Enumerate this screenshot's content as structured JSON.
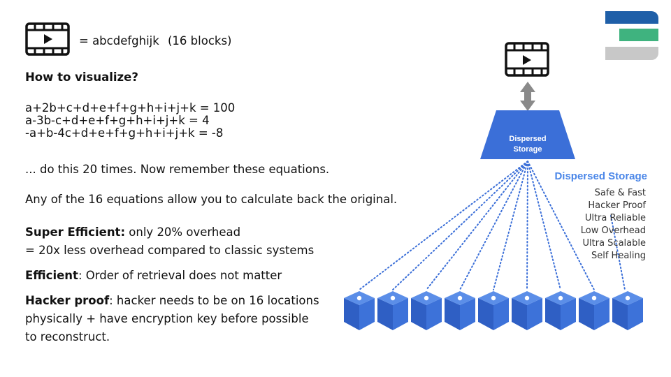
{
  "header": {
    "video_label": "= abcdefghijk",
    "blocks_label": "(16 blocks)"
  },
  "left": {
    "heading": "How to visualize?",
    "equations": [
      "a+2b+c+d+e+f+g+h+i+j+k = 100",
      "a-3b-c+d+e+f+g+h+i+j+k = 4",
      "-a+b-4c+d+e+f+g+h+i+j+k = -8"
    ],
    "repeat_note": "... do this 20 times. Now remember these equations.",
    "any_note": "Any of the 16 equations allow you to calculate back the original.",
    "super_bold": "Super Efficient:",
    "super_rest": " only 20% overhead",
    "super_line2": "= 20x less overhead compared to classic systems",
    "efficient_bold": "Efficient",
    "efficient_rest": ": Order of retrieval does not matter",
    "hacker_bold": "Hacker proof",
    "hacker_rest": ": hacker needs to be on 16 locations",
    "hacker_line2": "physically + have encryption key before possible",
    "hacker_line3": "to reconstruct."
  },
  "diagram": {
    "trapezoid_line1": "Dispersed",
    "trapezoid_line2": "Storage",
    "panel_title": "Dispersed Storage",
    "features": [
      "Safe & Fast",
      "Hacker Proof",
      "Ultra Reliable",
      "Low Overhead",
      "Ultra Scalable",
      "Self Healing"
    ],
    "node_count": 9,
    "colors": {
      "accent_blue": "#3b6fd8",
      "title_blue": "#4a86e8",
      "arrow_gray": "#8a8a8a",
      "cube_top": "#5b8ee8",
      "cube_left": "#2f5fc4",
      "cube_right": "#3d72d9"
    }
  },
  "logo": {
    "colors": [
      "#1f5fa8",
      "#3fb37f",
      "#c8c8c8"
    ]
  }
}
